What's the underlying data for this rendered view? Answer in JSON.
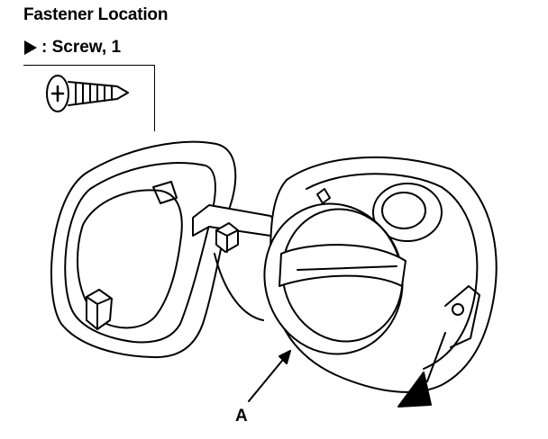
{
  "header": {
    "title": "Fastener Location"
  },
  "legend": {
    "marker_icon": "filled-triangle-pointer-icon",
    "label": ": Screw, 1"
  },
  "fastener": {
    "icon": "phillips-screw-icon"
  },
  "diagram": {
    "subject_icon": "fuel-fill-door-and-cap-icon",
    "callouts": {
      "a_label": "A"
    },
    "screw_pointer_icon": "filled-triangle-pointer-icon"
  }
}
